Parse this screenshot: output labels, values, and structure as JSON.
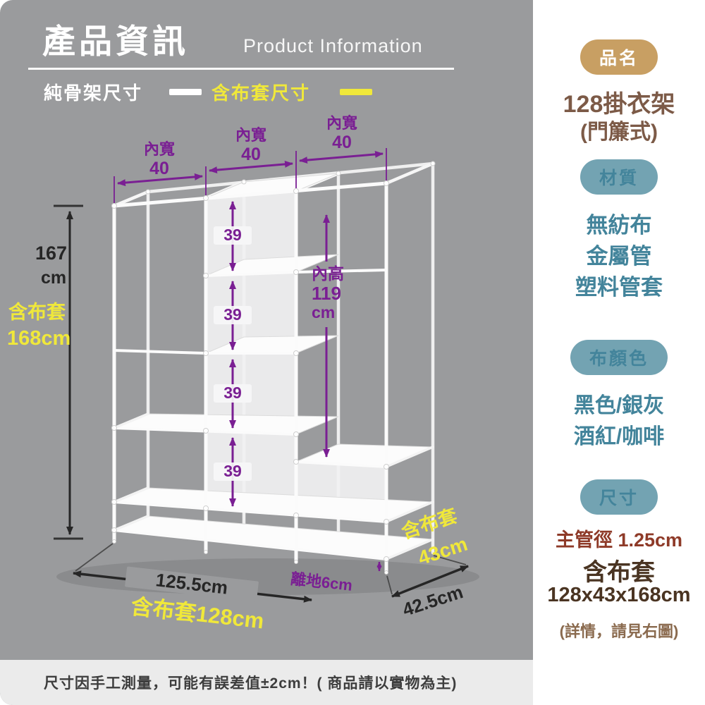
{
  "header": {
    "title": "產品資訊",
    "subtitle": "Product Information"
  },
  "legend": {
    "frame_label": "純骨架尺寸",
    "cover_label": "含布套尺寸"
  },
  "diagram": {
    "top_widths": [
      {
        "label": "內寬",
        "value": "40"
      },
      {
        "label": "內寬",
        "value": "40"
      },
      {
        "label": "內寬",
        "value": "40"
      }
    ],
    "gaps": [
      "39",
      "39",
      "39",
      "39"
    ],
    "inner_height": {
      "label": "內高",
      "value": "119",
      "unit": "cm"
    },
    "left_height": {
      "value": "167",
      "unit": "cm",
      "cover_label": "含布套",
      "cover_value": "168cm"
    },
    "bottom": {
      "width": "125.5cm",
      "cover_width": "含布套128cm",
      "ground": "離地6cm",
      "depth": "42.5cm",
      "cover_depth_label": "含布套",
      "cover_depth_value": "43cm"
    }
  },
  "panel": {
    "sections": [
      {
        "badge": "品名",
        "lines": [
          "128掛衣架",
          "(門簾式)"
        ]
      },
      {
        "badge": "材質",
        "lines": [
          "無紡布",
          "金屬管",
          "塑料管套"
        ]
      },
      {
        "badge": "布顏色",
        "lines": [
          "黑色/銀灰",
          "酒紅/咖啡"
        ]
      },
      {
        "badge": "尺寸",
        "lines": [
          "主管徑 1.25cm",
          "含布套",
          "128x43x168cm",
          "(詳情，請見右圖)"
        ]
      }
    ]
  },
  "footer": {
    "note": "尺寸因手工測量，可能有誤差值±2cm！( 商品請以實物為主)"
  },
  "colors": {
    "background_gray": "#9a9b9d",
    "accent_yellow": "#f0e83a",
    "accent_purple": "#7a1f93",
    "badge_tan": "#c89f63",
    "badge_teal": "#73a3b2",
    "text_brown": "#7c5a47",
    "text_teal": "#43849b",
    "text_maroon": "#8e3a28",
    "text_dark_brown": "#4a3422",
    "frame_white": "#fbfbfb",
    "dim_dark": "#262626"
  }
}
